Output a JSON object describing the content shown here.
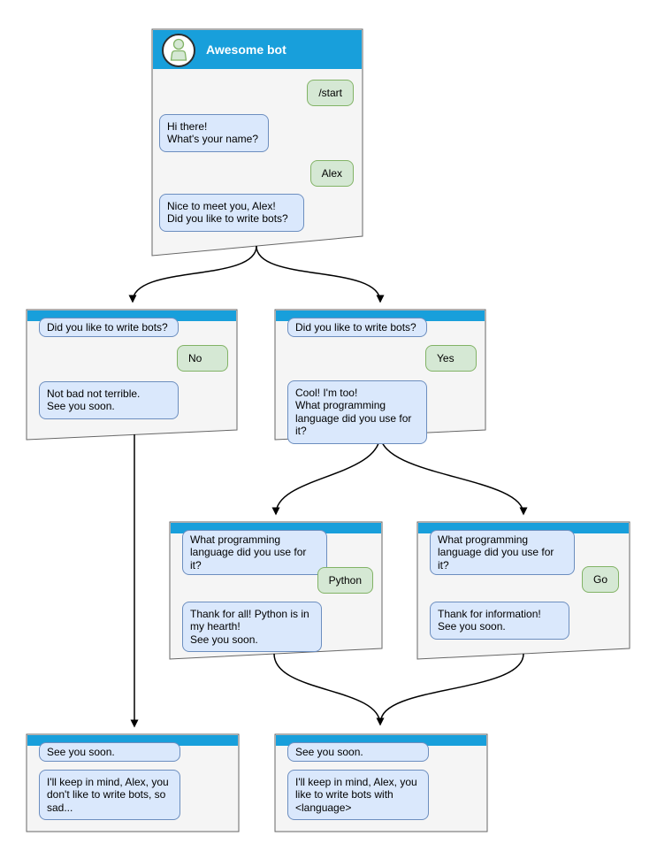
{
  "colors": {
    "header_blue": "#189fdb",
    "window_fill": "#f5f5f5",
    "window_border": "#666666",
    "bot_bubble_fill": "#dae8fc",
    "bot_bubble_border": "#6c8ebf",
    "user_bubble_fill": "#d5e8d4",
    "user_bubble_border": "#82b366",
    "arrow": "#000000"
  },
  "icons": {
    "avatar": "person-icon"
  },
  "windows": {
    "root": {
      "title": "Awesome bot",
      "messages": [
        {
          "side": "user",
          "text": "/start"
        },
        {
          "side": "bot",
          "text": "Hi there!\nWhat's your name?"
        },
        {
          "side": "user",
          "text": "Alex"
        },
        {
          "side": "bot",
          "text": "Nice to meet you, Alex!\nDid you like to write bots?"
        }
      ]
    },
    "branch_no": {
      "messages": [
        {
          "side": "bot",
          "text": "Did you like to write bots?"
        },
        {
          "side": "user",
          "text": "No"
        },
        {
          "side": "bot",
          "text": "Not bad not terrible.\nSee you soon."
        }
      ]
    },
    "branch_yes": {
      "messages": [
        {
          "side": "bot",
          "text": "Did you like to write bots?"
        },
        {
          "side": "user",
          "text": "Yes"
        },
        {
          "side": "bot",
          "text": "Cool! I'm too!\nWhat programming\nlanguage did you use for it?"
        }
      ]
    },
    "branch_python": {
      "messages": [
        {
          "side": "bot",
          "text": "What programming\nlanguage did you use for it?"
        },
        {
          "side": "user",
          "text": "Python"
        },
        {
          "side": "bot",
          "text": "Thank for all! Python is in\nmy hearth!\nSee you soon."
        }
      ]
    },
    "branch_go": {
      "messages": [
        {
          "side": "bot",
          "text": "What programming\nlanguage did you use for it?"
        },
        {
          "side": "user",
          "text": "Go"
        },
        {
          "side": "bot",
          "text": "Thank for information!\nSee you soon."
        }
      ]
    },
    "end_no": {
      "messages": [
        {
          "side": "bot",
          "text": "See you soon."
        },
        {
          "side": "bot",
          "text": "I'll keep in mind, Alex, you\ndon't like to write bots, so\nsad..."
        }
      ]
    },
    "end_yes": {
      "messages": [
        {
          "side": "bot",
          "text": "See you soon."
        },
        {
          "side": "bot",
          "text": "I'll keep in mind, Alex, you\nlike to write bots with\n<language>"
        }
      ]
    }
  },
  "edges": [
    {
      "from": "root",
      "to": "branch_no"
    },
    {
      "from": "root",
      "to": "branch_yes"
    },
    {
      "from": "branch_no",
      "to": "end_no"
    },
    {
      "from": "branch_yes",
      "to": "branch_python"
    },
    {
      "from": "branch_yes",
      "to": "branch_go"
    },
    {
      "from": "branch_python",
      "to": "end_yes"
    },
    {
      "from": "branch_go",
      "to": "end_yes"
    }
  ]
}
